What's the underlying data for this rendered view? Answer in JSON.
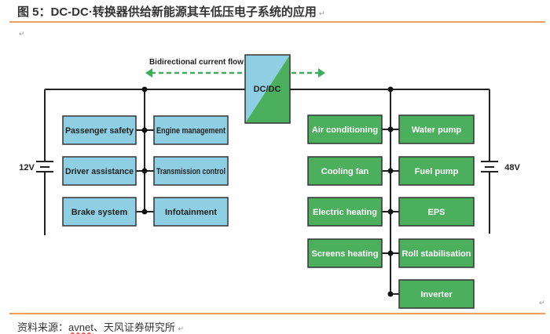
{
  "title": "图 5：DC-DC·转换器供给新能源其车低压电子系统的应用",
  "source_prefix": "资料来源：",
  "source_avnet": "avnet",
  "source_suffix": "、天风证券研究所",
  "paragraph_mark": "↵",
  "diagram": {
    "flow_label": "Bidirectional current flow",
    "converter": "DC/DC",
    "left_voltage": "12V",
    "right_voltage": "48V",
    "left_col_a": [
      "Passenger safety",
      "Driver assistance",
      "Brake system"
    ],
    "left_col_b": [
      "Engine management",
      "Transmission control",
      "Infotainment"
    ],
    "right_col_a": [
      "Air conditioning",
      "Cooling fan",
      "Electric heating",
      "Screens heating"
    ],
    "right_col_b": [
      "Water pump",
      "Fuel pump",
      "EPS",
      "Roll stabilisation",
      "Inverter"
    ],
    "colors": {
      "low_voltage": "#8ecfe3",
      "high_voltage": "#4caf5e",
      "arrow": "#3fae5a",
      "accent": "#f0a05a"
    }
  }
}
